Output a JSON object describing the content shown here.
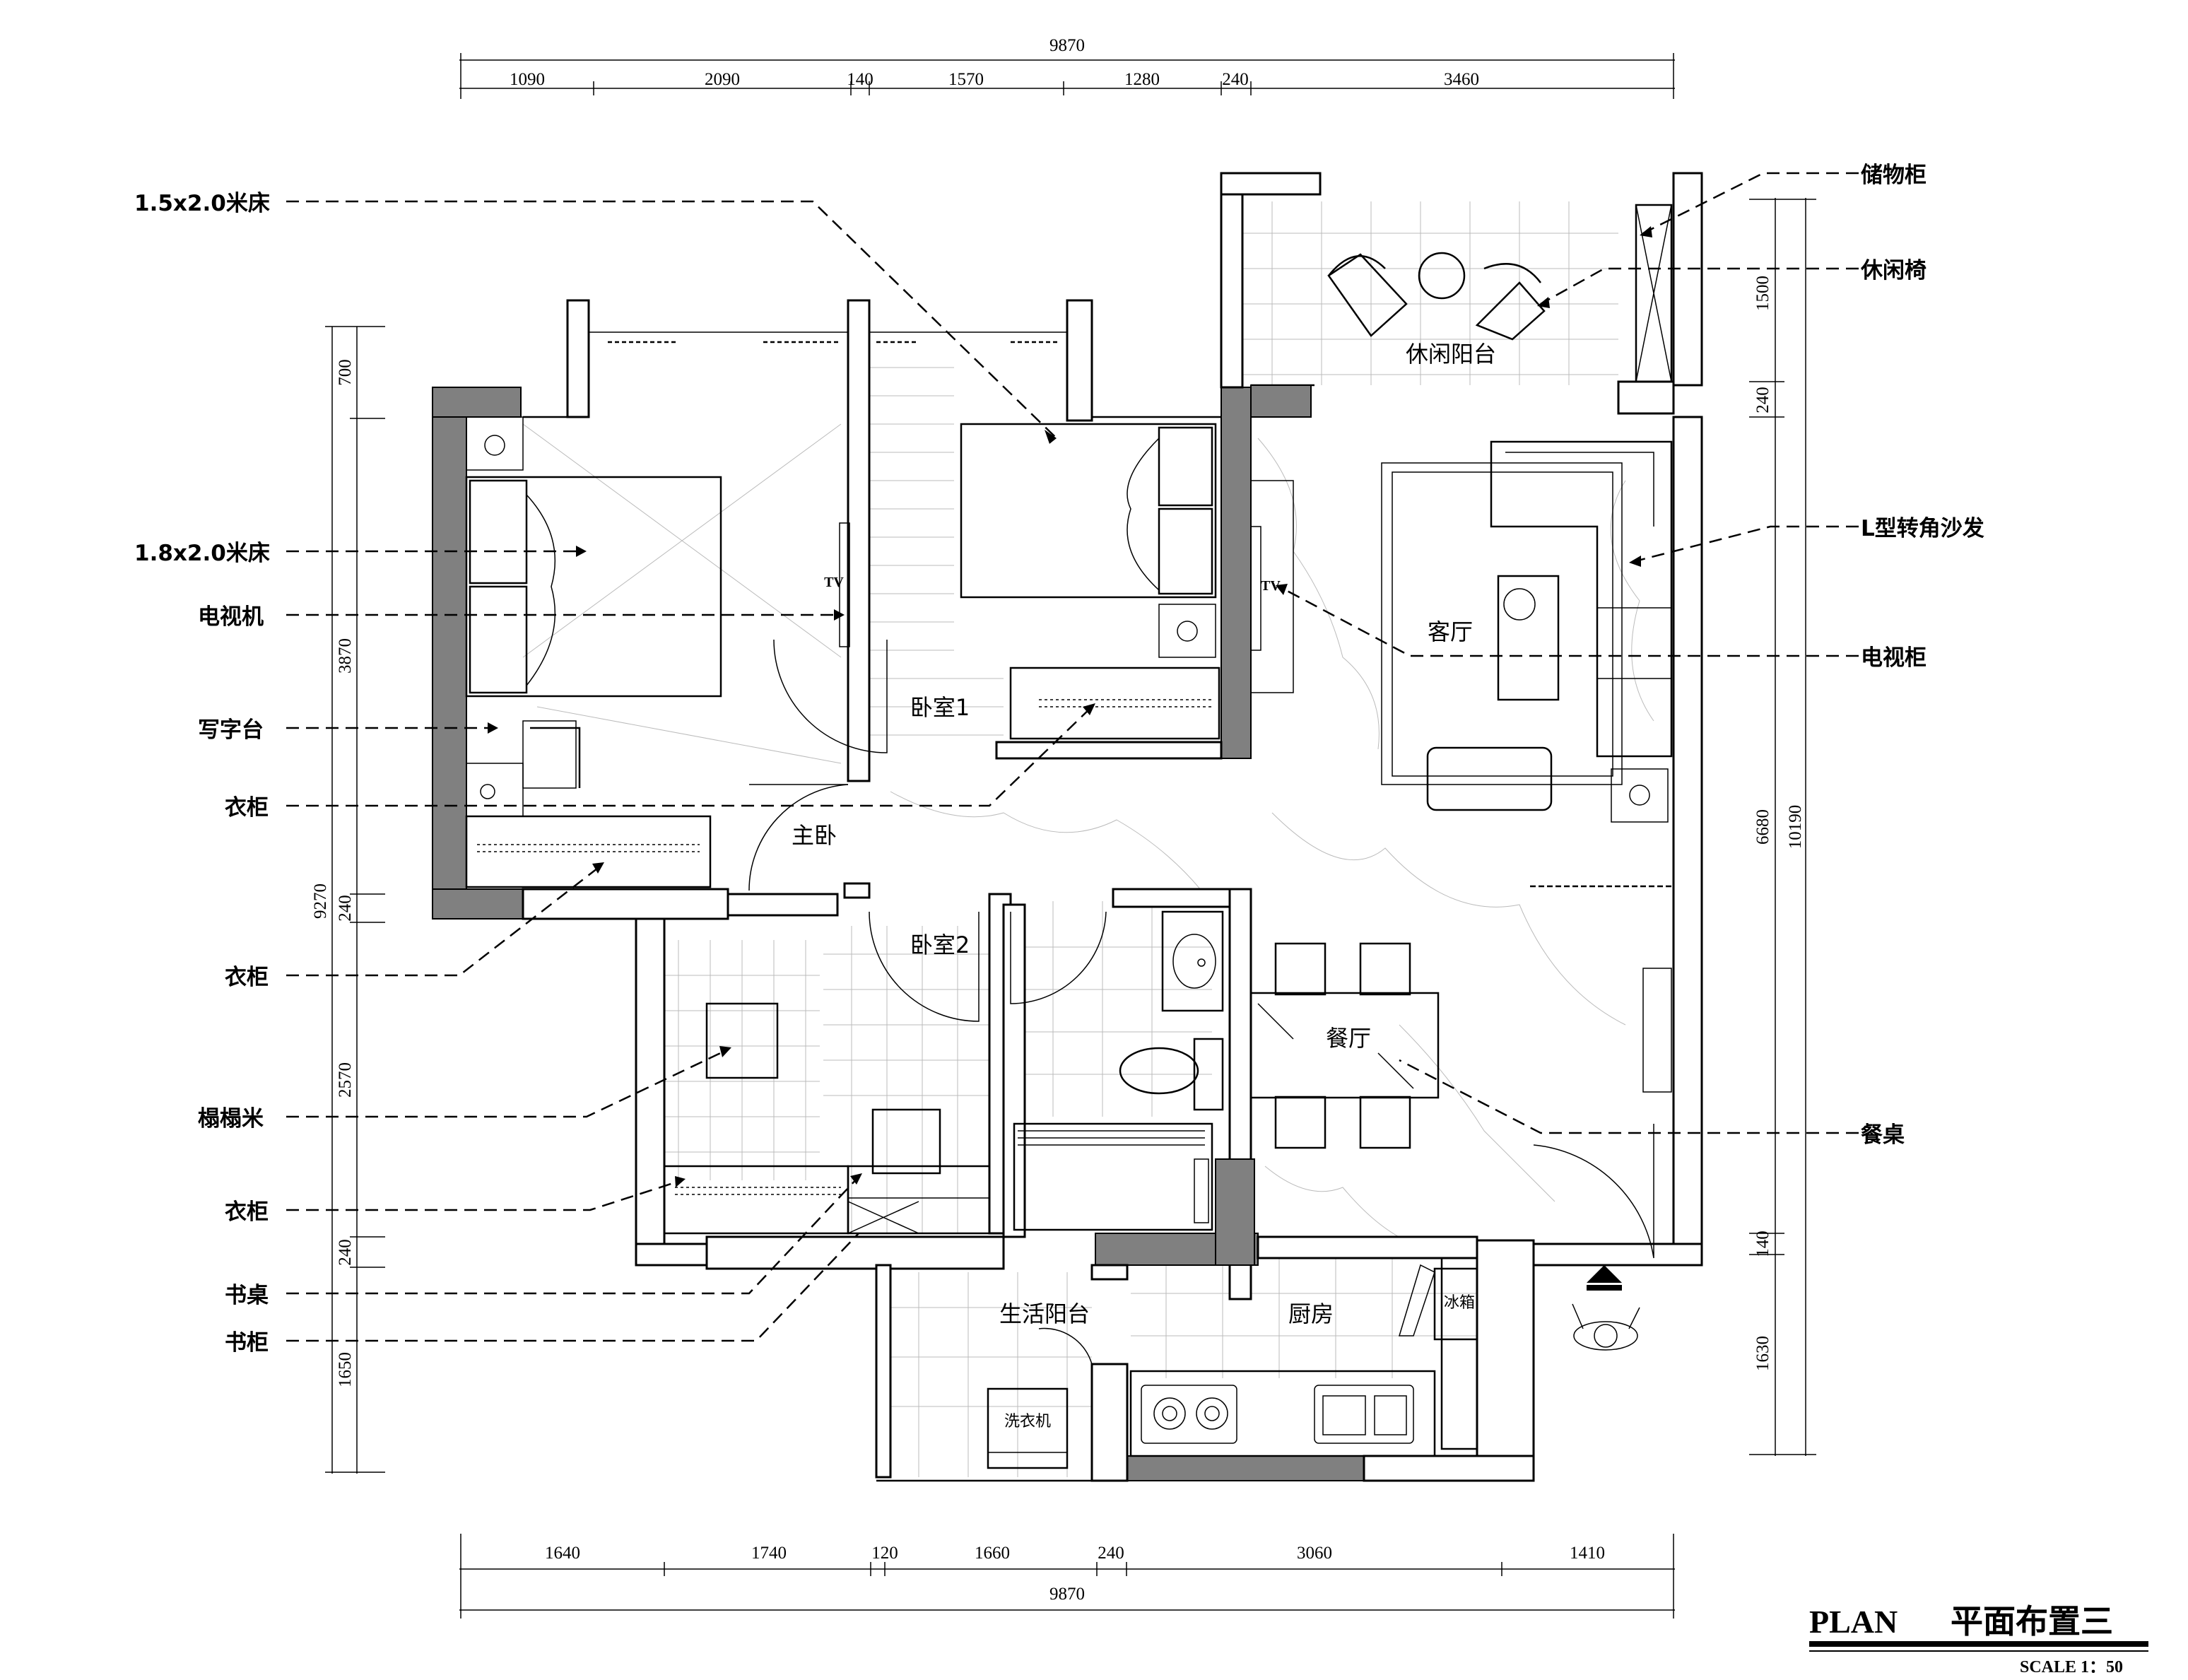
{
  "dimensions": {
    "top_total": "9870",
    "top_segments": [
      "1090",
      "2090",
      "140",
      "1570",
      "1280",
      "240",
      "3460"
    ],
    "bottom_segments": [
      "1640",
      "1740",
      "120",
      "1660",
      "240",
      "3060",
      "1410"
    ],
    "bottom_total": "9870",
    "left_segments": [
      "700",
      "3870",
      "240",
      "2570",
      "240",
      "1650"
    ],
    "left_total": "9270",
    "right_segments": [
      "1500",
      "240",
      "6680",
      "140",
      "1630"
    ],
    "right_total": "10190"
  },
  "rooms": {
    "leisure_balcony": "休闲阳台",
    "living_room": "客厅",
    "bedroom1": "卧室1",
    "master_bedroom": "主卧",
    "bedroom2": "卧室2",
    "dining_room": "餐厅",
    "kitchen": "厨房",
    "utility_balcony": "生活阳台",
    "washer": "洗衣机",
    "fridge": "冰箱",
    "tv1": "TV",
    "tv2": "TV"
  },
  "labels_left": [
    "1.5x2.0米床",
    "1.8x2.0米床",
    "电视机",
    "写字台",
    "衣柜",
    "衣柜",
    "榻榻米",
    "衣柜",
    "书桌",
    "书柜"
  ],
  "labels_right": [
    "储物柜",
    "休闲椅",
    "L型转角沙发",
    "电视柜",
    "餐桌"
  ],
  "title": {
    "plan": "PLAN",
    "name": "平面布置三",
    "scale": "SCALE 1：50"
  }
}
